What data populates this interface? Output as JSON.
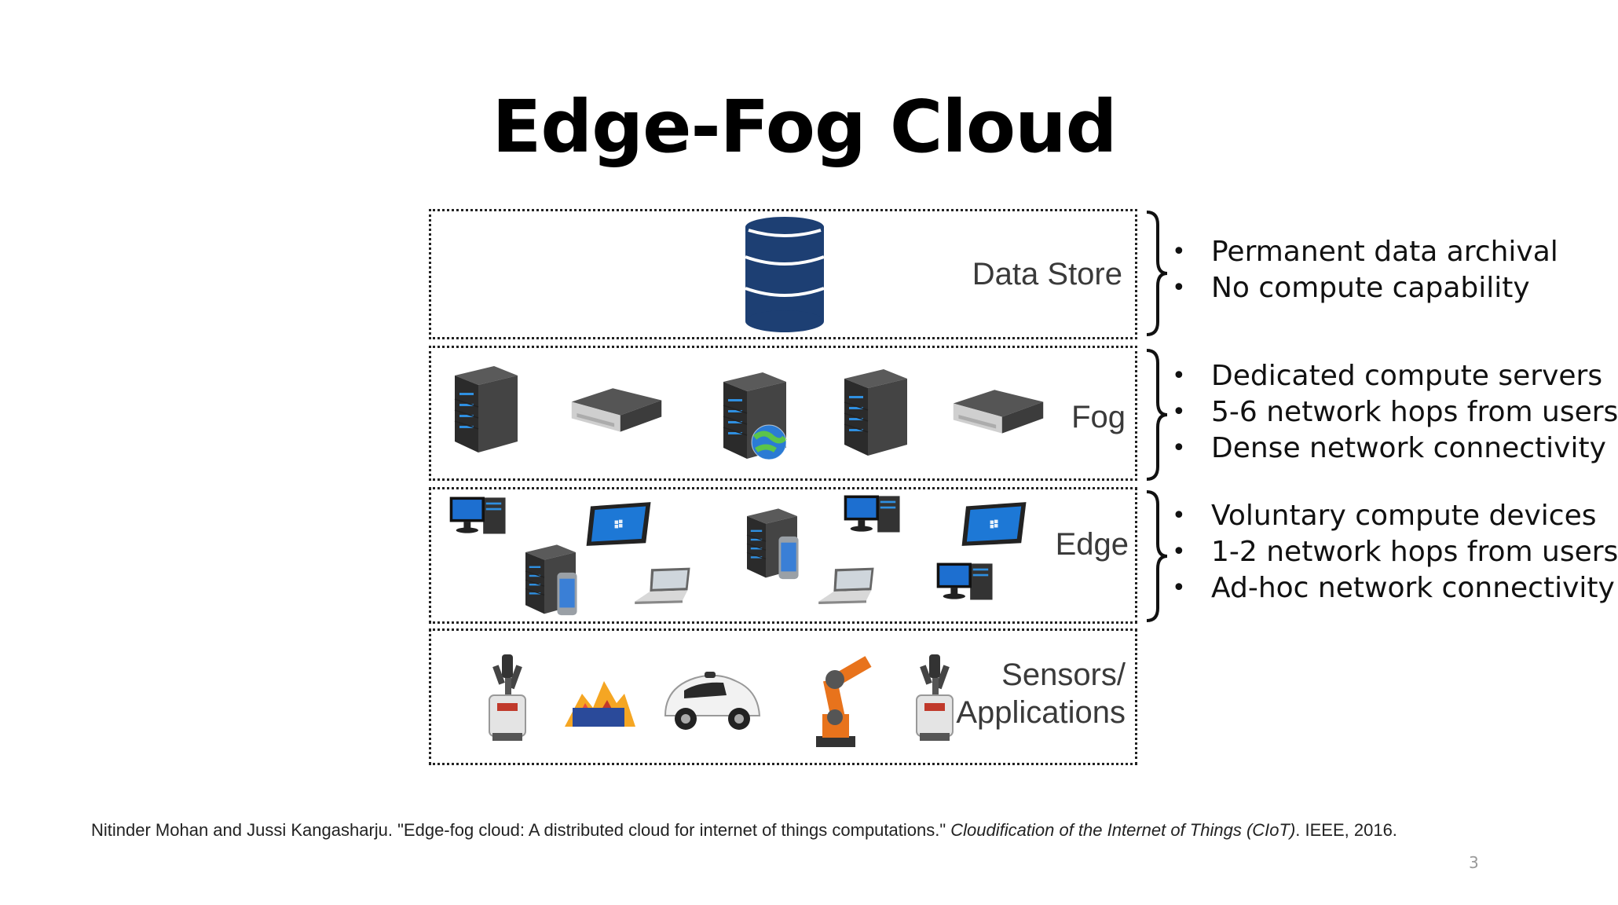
{
  "title": "Edge-Fog Cloud",
  "layers": [
    {
      "id": "data-store",
      "label": "Data Store",
      "icons": [
        "database-icon"
      ],
      "bullets": [
        "Permanent data archival",
        "No compute capability"
      ]
    },
    {
      "id": "fog",
      "label": "Fog",
      "icons": [
        "tower-server-icon",
        "rack-server-icon",
        "web-server-icon",
        "tower-server-icon",
        "rack-server-icon"
      ],
      "bullets": [
        "Dedicated compute servers",
        "5-6 network hops from users",
        "Dense network connectivity"
      ]
    },
    {
      "id": "edge",
      "label": "Edge",
      "icons": [
        "desktop-pc-icon",
        "tablet-icon",
        "server-phone-icon",
        "laptop-icon",
        "server-phone-icon",
        "desktop-pc-icon",
        "tablet-icon",
        "laptop-icon",
        "desktop-pc-icon"
      ],
      "bullets": [
        "Voluntary compute devices",
        "1-2 network hops from users",
        "Ad-hoc network connectivity"
      ]
    },
    {
      "id": "sensors",
      "label_line1": "Sensors/",
      "label_line2": "Applications",
      "icons": [
        "telepresence-robot-icon",
        "mountain-logo-icon",
        "self-driving-car-icon",
        "industrial-robot-arm-icon",
        "telepresence-robot-icon"
      ]
    }
  ],
  "citation": {
    "text": "Nitinder Mohan and Jussi Kangasharju. \"Edge-fog cloud: A distributed cloud for internet of things computations.\"",
    "venue": "Cloudification of the Internet of Things (CIoT)",
    "tail": ". IEEE, 2016."
  },
  "page_number": "3",
  "colors": {
    "database": "#1d3f73",
    "server": "#3a3a3a",
    "server_led": "#2f8fe0",
    "robot_arm": "#e8731c",
    "layer_border": "#222222",
    "label": "#3a3a3a"
  }
}
